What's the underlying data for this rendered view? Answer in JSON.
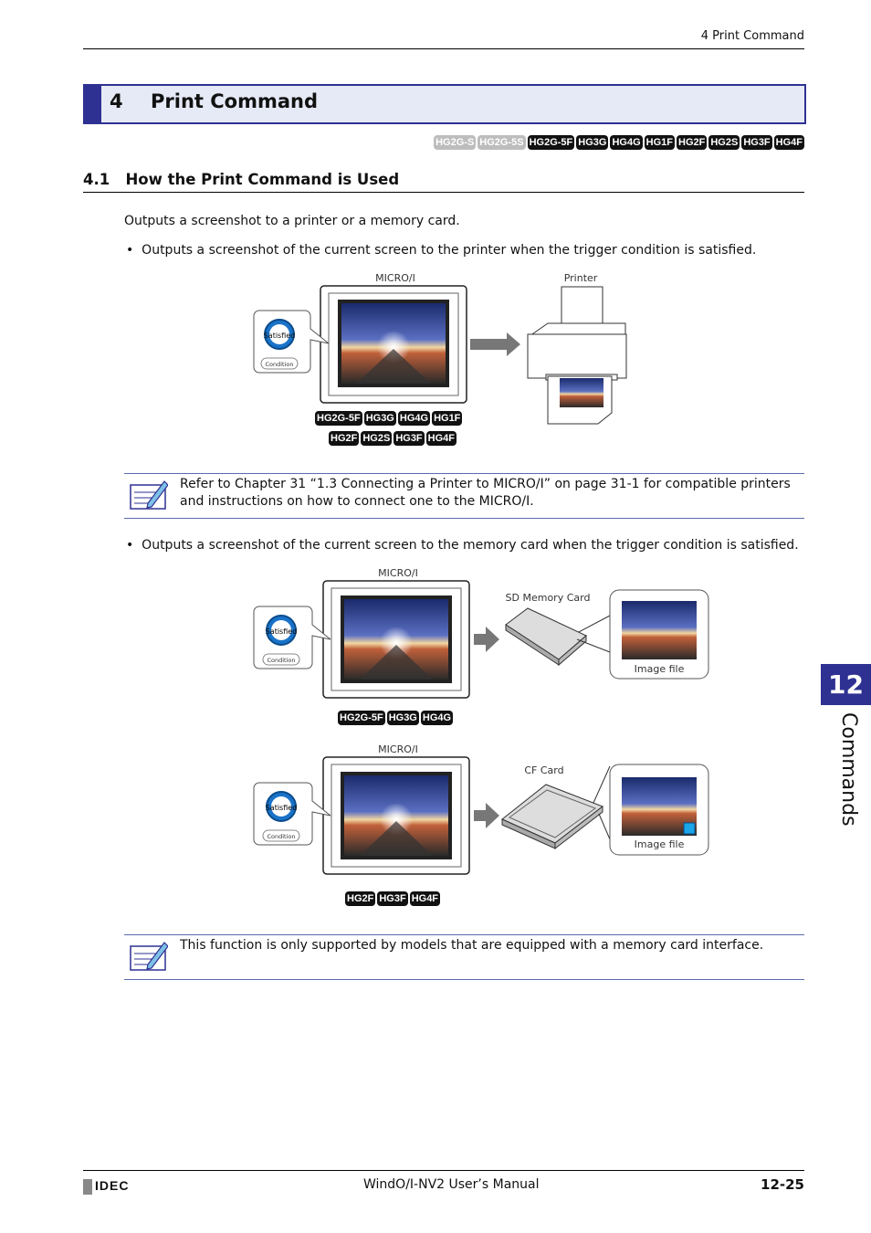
{
  "running_head": "4 Print Command",
  "section": {
    "number": "4",
    "title": "Print Command"
  },
  "model_badges": [
    {
      "label": "HG2G-S",
      "style": "grey"
    },
    {
      "label": "HG2G-5S",
      "style": "grey"
    },
    {
      "label": "HG2G-5F",
      "style": "black"
    },
    {
      "label": "HG3G",
      "style": "black"
    },
    {
      "label": "HG4G",
      "style": "black"
    },
    {
      "label": "HG1F",
      "style": "black"
    },
    {
      "label": "HG2F",
      "style": "black"
    },
    {
      "label": "HG2S",
      "style": "black"
    },
    {
      "label": "HG3F",
      "style": "black"
    },
    {
      "label": "HG4F",
      "style": "black"
    }
  ],
  "subsection": {
    "number": "4.1",
    "title": "How the Print Command is Used"
  },
  "intro": "Outputs a screenshot to a printer or a memory card.",
  "bullet1": "Outputs a screenshot of the current screen to the printer when the trigger condition is satisfied.",
  "bullet2": "Outputs a screenshot of the current screen to the memory card when the trigger condition is satisfied.",
  "fig1": {
    "micro_label": "MICRO/I",
    "printer_label": "Printer",
    "bubble_top": "Satisfied",
    "bubble_bottom": "Condition",
    "badges_row1": [
      "HG2G-5F",
      "HG3G",
      "HG4G",
      "HG1F"
    ],
    "badges_row2": [
      "HG2F",
      "HG2S",
      "HG3F",
      "HG4F"
    ]
  },
  "note1": "Refer to Chapter 31 “1.3 Connecting a Printer to MICRO/I” on page 31-1 for compatible printers and instructions on how to connect one to the MICRO/I.",
  "fig2": {
    "micro_label": "MICRO/I",
    "card_label": "SD Memory Card",
    "file_label": "Image file",
    "bubble_top": "Satisfied",
    "bubble_bottom": "Condition",
    "badges": [
      "HG2G-5F",
      "HG3G",
      "HG4G"
    ]
  },
  "fig3": {
    "micro_label": "MICRO/I",
    "card_label": "CF Card",
    "file_label": "Image file",
    "bubble_top": "Satisfied",
    "bubble_bottom": "Condition",
    "badges": [
      "HG2F",
      "HG3F",
      "HG4F"
    ]
  },
  "note2": "This function is only supported by models that are equipped with a memory card interface.",
  "side_tab": {
    "number": "12",
    "label": "Commands"
  },
  "footer": {
    "logo": "IDEC",
    "manual": "WindO/I-NV2 User’s Manual",
    "page": "12-25"
  },
  "colors": {
    "accent": "#2e3192",
    "section_bg": "#e6e9f6"
  }
}
